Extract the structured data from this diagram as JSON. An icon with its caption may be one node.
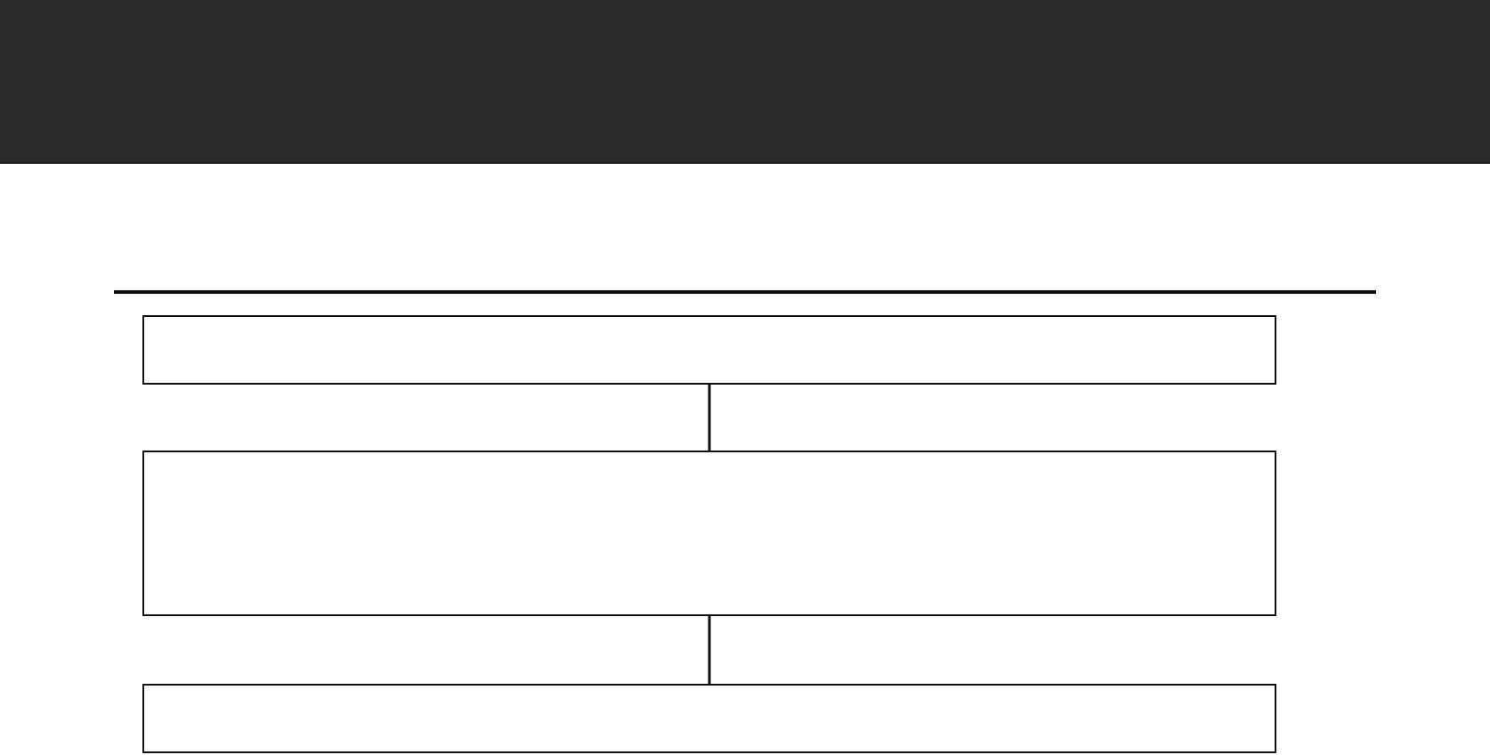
{
  "diagram": {
    "nodes": [
      {
        "text": [],
        "shape": "box"
      },
      {
        "text": [],
        "shape": "box"
      },
      {
        "text": [],
        "shape": "box"
      }
    ],
    "edges": [
      {
        "from": 0,
        "to": 1,
        "arrow": "none"
      },
      {
        "from": 1,
        "to": 2,
        "arrow": "none"
      }
    ]
  }
}
